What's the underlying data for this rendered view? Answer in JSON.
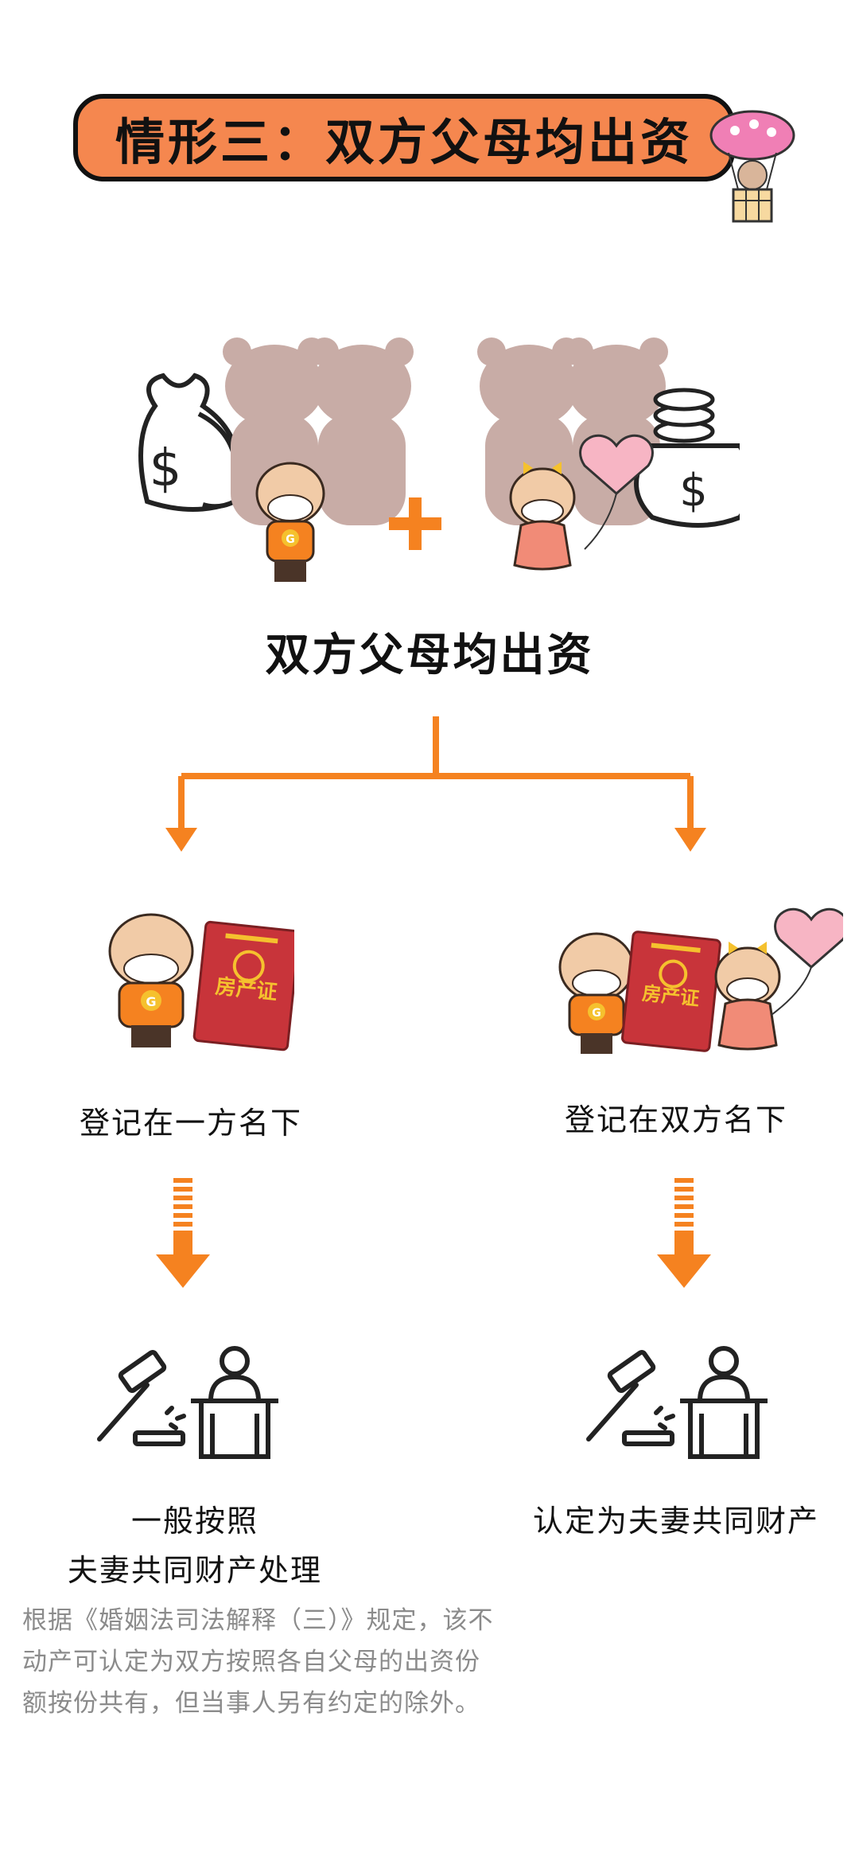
{
  "title": "情形三：双方父母均出资",
  "subtitle": "双方父母均出资",
  "branches": [
    {
      "registration": "登记在一方名下",
      "result_line1": "一般按照",
      "result_line2": "夫妻共同财产处理"
    },
    {
      "registration": "登记在双方名下",
      "result_line1": "认定为夫妻共同财产",
      "result_line2": ""
    }
  ],
  "certificate_label": "房产证",
  "shirt_letter": "G",
  "dollar_sign": "$",
  "note": "根据《婚姻法司法解释（三）》规定，该不动产可认定为双方按照各自父母的出资份额按份共有，但当事人另有约定的除外。",
  "colors": {
    "accent": "#f58220",
    "banner": "#f5874f",
    "certificate": "#c8343a",
    "parents": "#c8aca6",
    "note": "#8b8b8b"
  },
  "icons": [
    "money-bag-icon",
    "plus-icon",
    "heart-balloon-icon",
    "gavel-icon",
    "judge-podium-icon",
    "hot-air-balloon-icon"
  ]
}
